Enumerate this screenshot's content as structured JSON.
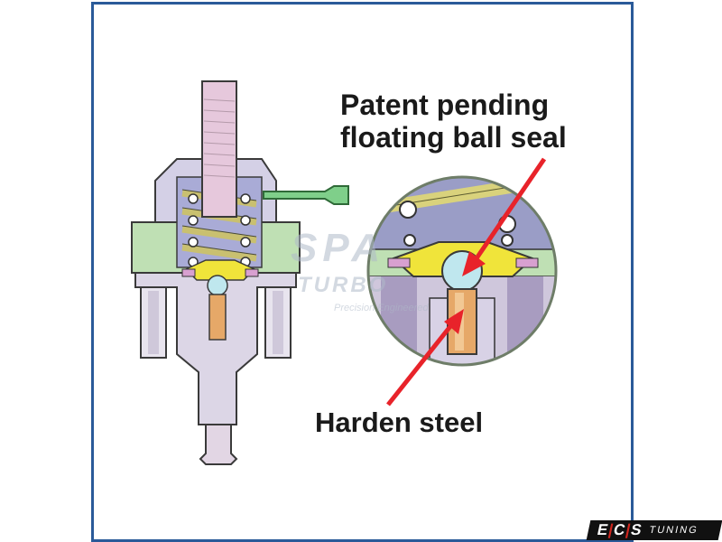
{
  "labels": {
    "top_line_1": "Patent pending",
    "top_line_2": "floating ball seal",
    "bottom": "Harden steel"
  },
  "watermark": {
    "line_1": "SPA",
    "line_2": "TURBO",
    "line_3": "Precision Engineered"
  },
  "logo": {
    "brand_left": "E",
    "brand_mid": "C",
    "brand_right": "S",
    "suffix": "TUNING"
  },
  "colors": {
    "frame": "#2a5a99",
    "arrow": "#e8232a",
    "housing": "#d8d2e4",
    "stem": "#e4c8dc",
    "spring": "#d9d27c",
    "collar": "#bbddb0",
    "hose": "#7fcf8a",
    "seat": "#f0e43a",
    "ball": "#bfe7ee",
    "pin": "#e0a060"
  }
}
